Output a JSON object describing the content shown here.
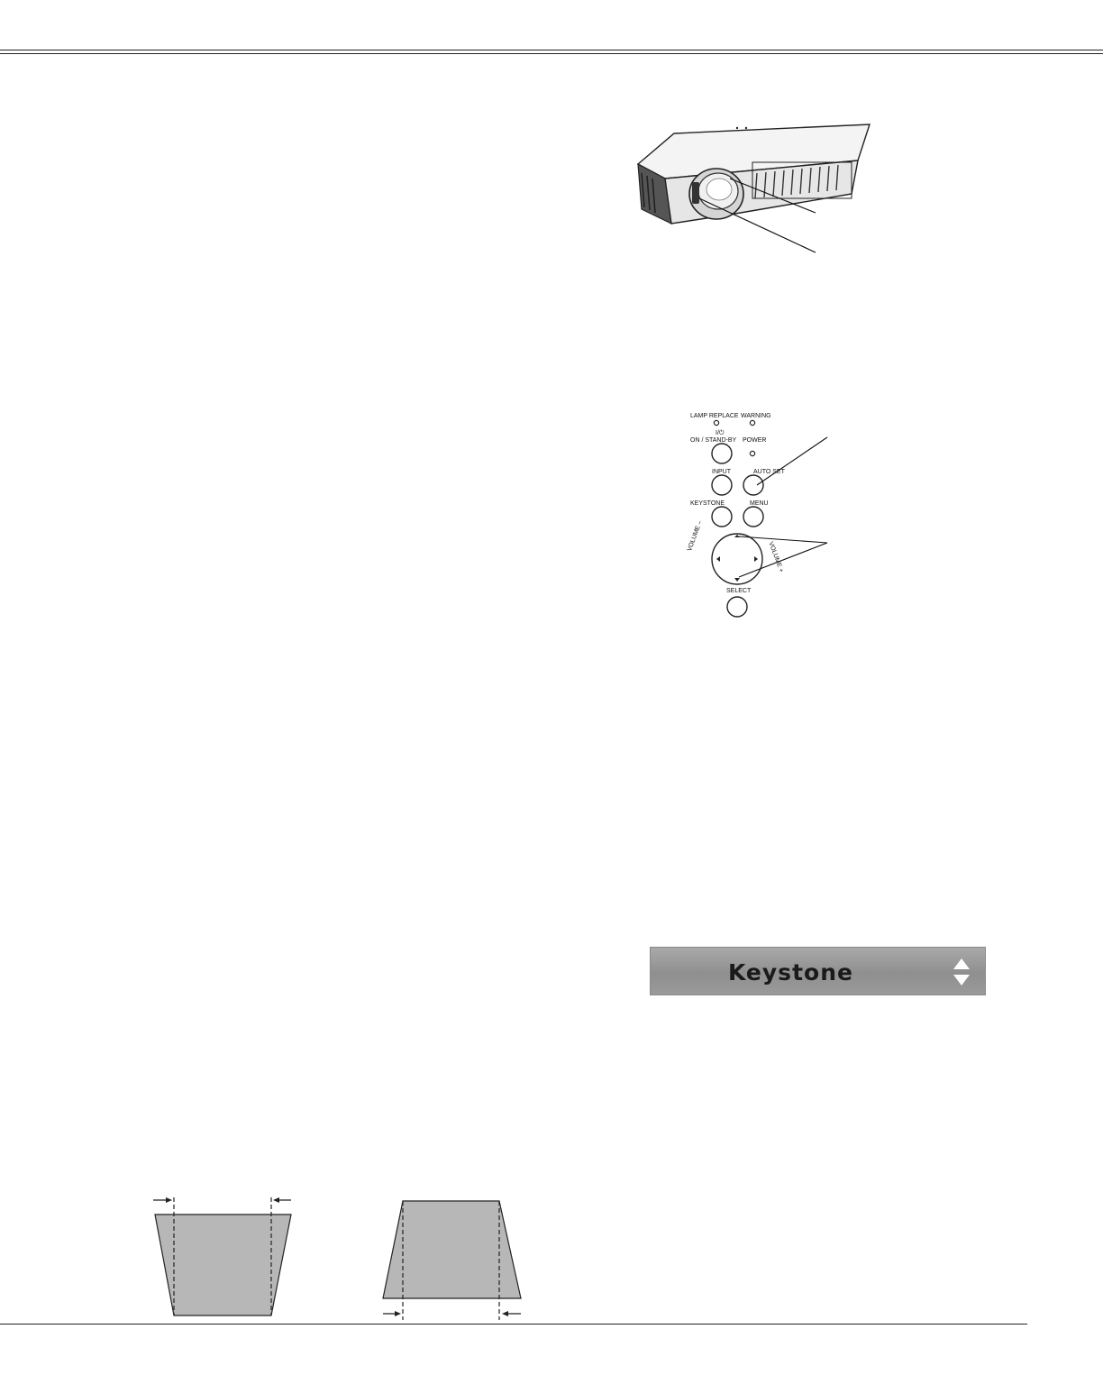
{
  "panel": {
    "labels": {
      "lamp_replace": "LAMP REPLACE",
      "warning": "WARNING",
      "on_standby": "ON / STAND-BY",
      "power_symbol": "I/⏻",
      "power": "POWER",
      "input": "INPUT",
      "auto_set": "AUTO SET",
      "keystone": "KEYSTONE",
      "menu": "MENU",
      "volume_left": "VOLUME –",
      "volume_right": "VOLUME +",
      "select": "SELECT"
    }
  },
  "osd": {
    "label": "Keystone",
    "background": "#9a9a9a"
  },
  "colors": {
    "keystone_fill": "#b7b7b7",
    "rule": "#222222"
  }
}
